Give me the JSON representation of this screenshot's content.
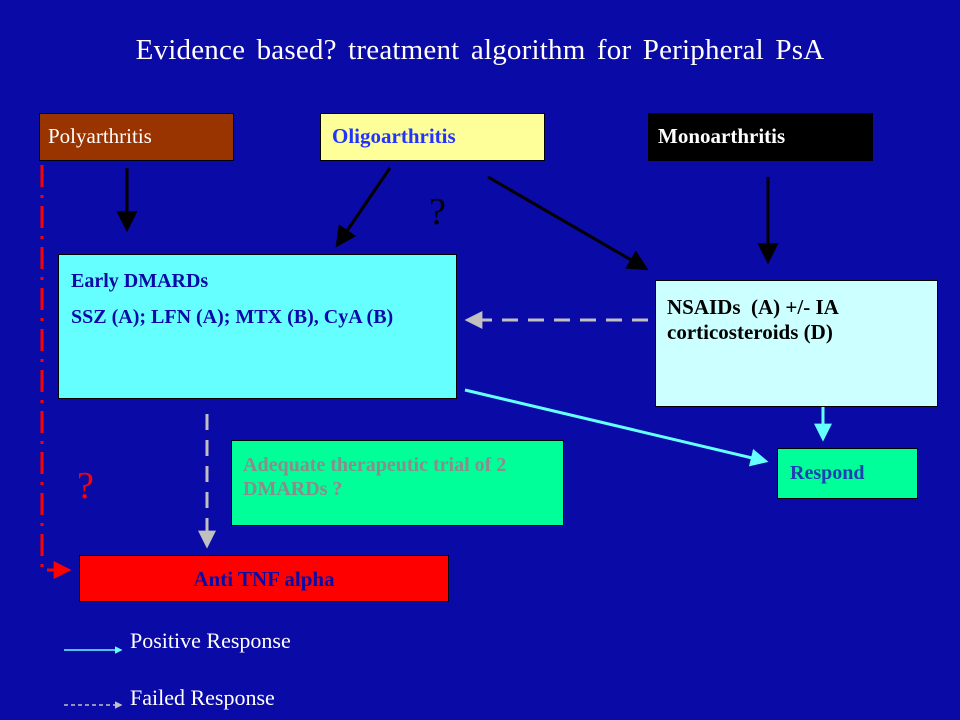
{
  "title": "Evidence based? treatment algorithm for Peripheral PsA",
  "categories": {
    "polyarthritis": "Polyarthritis",
    "oligoarthritis": "Oligoarthritis",
    "monoarthritis": "Monoarthritis"
  },
  "early_dmards": {
    "heading": "Early DMARDs",
    "drugs": "SSZ (A); LFN (A); MTX (B), CyA (B)"
  },
  "nsaids": "NSAIDs  (A) +/- IA corticosteroids (D)",
  "adequate_trial": "Adequate therapeutic trial of 2 DMARDs ?",
  "respond": "Respond",
  "anti_tnf": "Anti TNF alpha",
  "question_marks": [
    "?",
    "?"
  ],
  "legend": {
    "positive": "Positive Response",
    "failed": "Failed Response"
  },
  "colors": {
    "background": "#0a0aa6",
    "polyarthritis_fill": "#993300",
    "oligoarthritis_fill": "#ffff99",
    "monoarthritis_fill": "#000000",
    "dmard_fill": "#66ffff",
    "nsaid_fill": "#ccffff",
    "green_fill": "#00ff99",
    "anti_tnf_fill": "#ff0000",
    "positive_arrow": "#66ffff",
    "failed_arrow": "#c0c0c0",
    "red_dashdot": "#ff0000"
  }
}
